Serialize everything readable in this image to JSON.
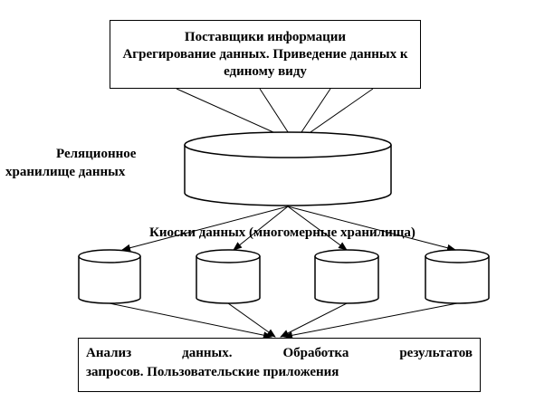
{
  "top_box": {
    "line1": "Поставщики информации",
    "line2": "Агрегирование данных. Приведение данных к",
    "line3": "единому виду"
  },
  "warehouse_label": {
    "line1": "Реляционное",
    "line2": "хранилище данных"
  },
  "kiosks_label": "Киоски данных (многомерные хранилища)",
  "bottom_box": {
    "line1_words": [
      "Анализ",
      "данных.",
      "Обработка",
      "результатов"
    ],
    "line2": "запросов. Пользовательские приложения"
  }
}
